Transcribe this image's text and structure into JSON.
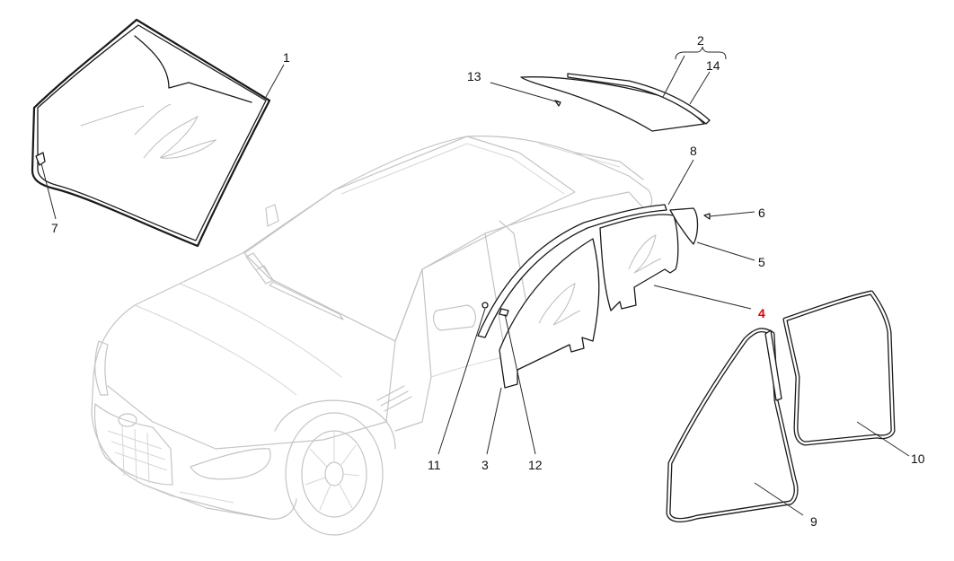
{
  "diagram": {
    "callouts": [
      {
        "id": "1",
        "label": "1",
        "color": "#111111"
      },
      {
        "id": "2",
        "label": "2",
        "color": "#111111"
      },
      {
        "id": "3",
        "label": "3",
        "color": "#111111"
      },
      {
        "id": "4",
        "label": "4",
        "color": "#e00000"
      },
      {
        "id": "5",
        "label": "5",
        "color": "#111111"
      },
      {
        "id": "6",
        "label": "6",
        "color": "#111111"
      },
      {
        "id": "7",
        "label": "7",
        "color": "#111111"
      },
      {
        "id": "8",
        "label": "8",
        "color": "#111111"
      },
      {
        "id": "9",
        "label": "9",
        "color": "#111111"
      },
      {
        "id": "10",
        "label": "10",
        "color": "#111111"
      },
      {
        "id": "11",
        "label": "11",
        "color": "#111111"
      },
      {
        "id": "12",
        "label": "12",
        "color": "#111111"
      },
      {
        "id": "13",
        "label": "13",
        "color": "#111111"
      },
      {
        "id": "14",
        "label": "14",
        "color": "#111111"
      }
    ],
    "highlight_color": "#e00000"
  }
}
